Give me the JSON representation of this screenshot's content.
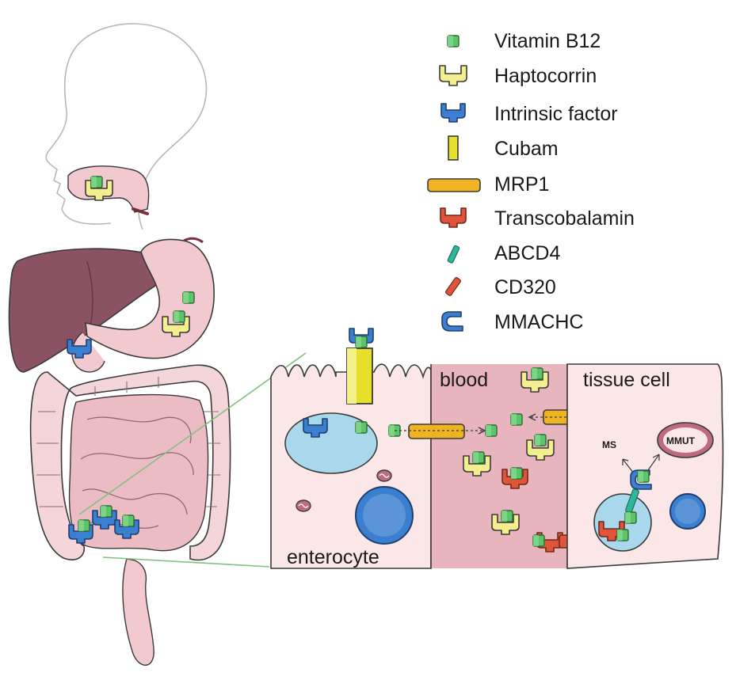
{
  "legend": {
    "items": [
      {
        "key": "vitamin-b12",
        "label": "Vitamin B12",
        "icon": "green-cube-icon",
        "color": "#5cc46a"
      },
      {
        "key": "haptocorrin",
        "label": "Haptocorrin",
        "icon": "yellow-clamp-icon",
        "color": "#f3ee8e"
      },
      {
        "key": "intrinsic-factor",
        "label": "Intrinsic factor",
        "icon": "blue-clamp-icon",
        "color": "#3b7fd0"
      },
      {
        "key": "cubam",
        "label": "Cubam",
        "icon": "yellow-pillar-icon",
        "color": "#e6e02a"
      },
      {
        "key": "mrp1",
        "label": "MRP1",
        "icon": "orange-bar-icon",
        "color": "#f0b423"
      },
      {
        "key": "transcobalamin",
        "label": "Transcobalamin",
        "icon": "red-clamp-icon",
        "color": "#e0553a"
      },
      {
        "key": "abcd4",
        "label": "ABCD4",
        "icon": "teal-rod-icon",
        "color": "#2fb79a"
      },
      {
        "key": "cd320",
        "label": "CD320",
        "icon": "red-rod-icon",
        "color": "#e0553a"
      },
      {
        "key": "mmachc",
        "label": "MMACHC",
        "icon": "blue-hook-icon",
        "color": "#3b7fd0"
      }
    ]
  },
  "regions": {
    "enterocyte": "enterocyte",
    "blood": "blood",
    "tissue_cell": "tissue cell"
  },
  "labels": {
    "ms": "MS",
    "mmut": "MMUT"
  },
  "colors": {
    "liver": "#8a5263",
    "gut_pink": "#f1c9cf",
    "cell_pink": "#fbe6e8",
    "blood_pink": "#e8b4bd",
    "nucleus_blue": "#a9d7ec"
  }
}
